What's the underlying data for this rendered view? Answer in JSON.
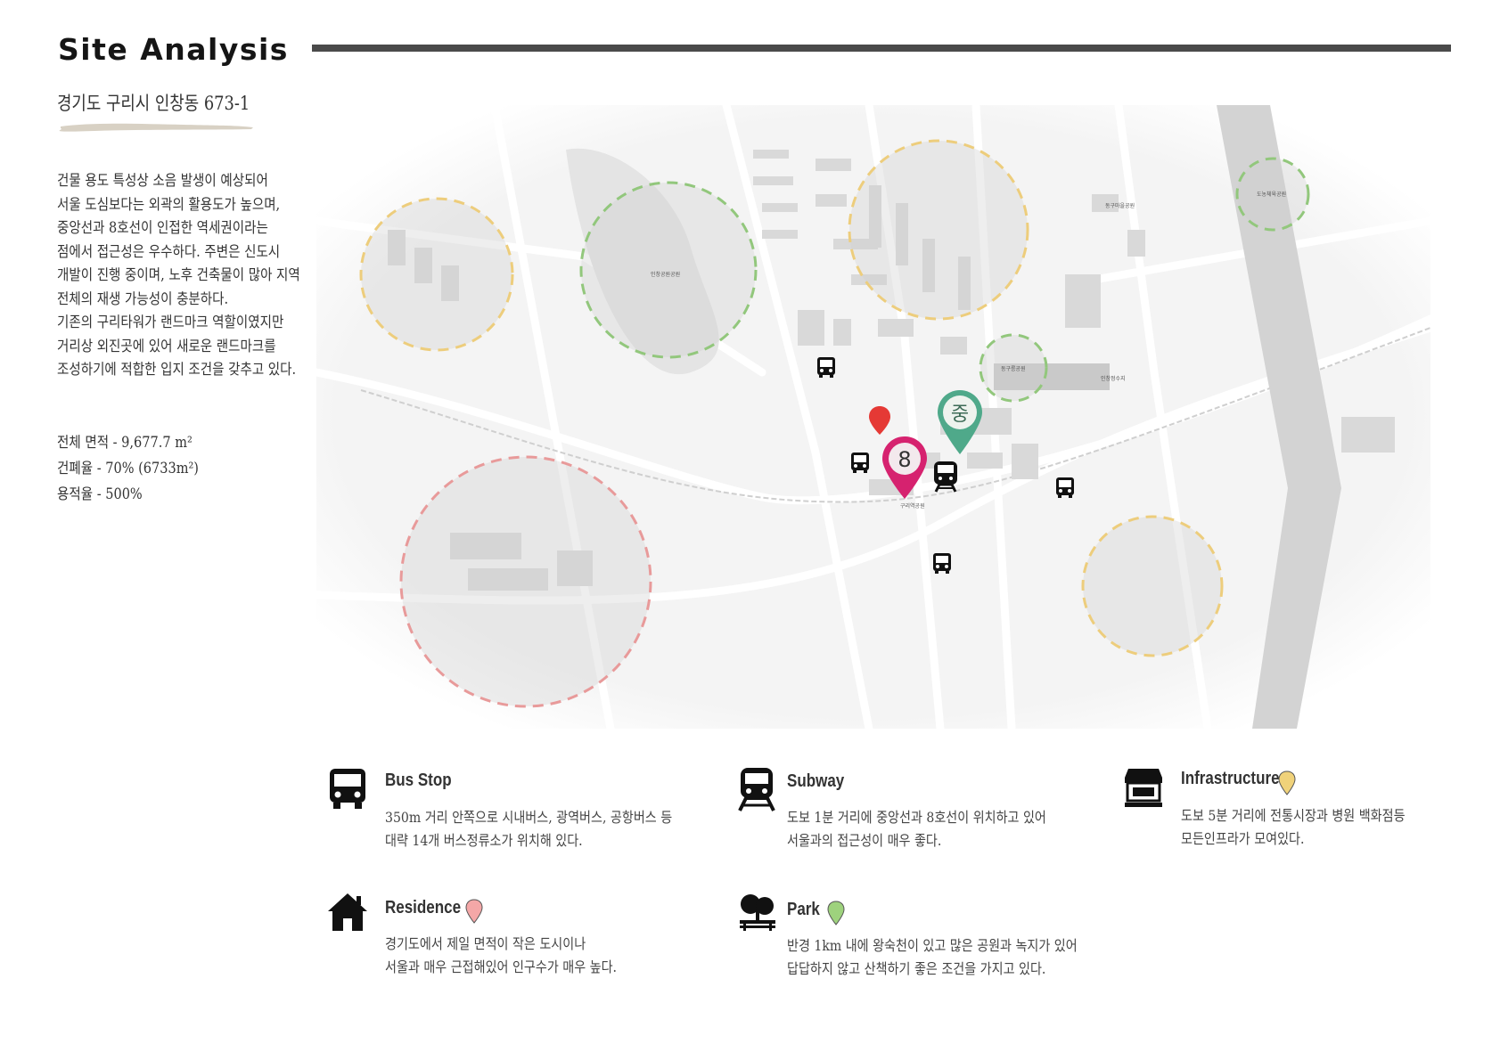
{
  "header": {
    "title": "Site Analysis",
    "address": "경기도 구리시 인창동 673-1"
  },
  "description": {
    "lines": [
      "건물 용도 특성상 소음 발생이 예상되어",
      "서울 도심보다는 외곽의 활용도가 높으며,",
      "중앙선과 8호선이 인접한 역세권이라는",
      "점에서 접근성은 우수하다. 주변은 신도시",
      "개발이 진행 중이며, 노후 건축물이 많아 지역",
      "전체의 재생 가능성이 충분하다.",
      "기존의 구리타워가 랜드마크 역할이였지만",
      "거리상 외진곳에 있어 새로운 랜드마크를",
      "조성하기에 적합한 입지 조건을 갖추고 있다."
    ]
  },
  "stats": {
    "area": "전체 면적 - 9,677.7 m²",
    "coverage": "건폐율 - 70%   (6733m²)",
    "floor_area_ratio": "용적율 - 500%"
  },
  "map": {
    "labels": {
      "park_center": "인창공원공원",
      "park_small": "동구릉공원",
      "park_top_right": "도농체육공원",
      "station": "구리역공원",
      "facility": "인창정수지",
      "school": "동구마을공원"
    },
    "pins": {
      "line8": "8",
      "jungang": "중"
    }
  },
  "legend": {
    "bus": {
      "icon": "bus-icon",
      "title": "Bus Stop",
      "lines": [
        "350m 거리 안쪽으로 시내버스, 광역버스, 공항버스 등",
        "대략 14개 버스정류소가 위치해 있다."
      ]
    },
    "subway": {
      "icon": "subway-icon",
      "title": "Subway",
      "lines": [
        "도보 1분 거리에 중앙선과 8호선이 위치하고 있어",
        "서울과의 접근성이 매우 좋다."
      ]
    },
    "infrastructure": {
      "icon": "store-icon",
      "title": "Infrastructure",
      "pin_color": "#f0d27a",
      "lines": [
        "도보 5분 거리에 전통시장과 병원 백화점등",
        "모든인프라가 모여있다."
      ]
    },
    "residence": {
      "icon": "house-icon",
      "title": "Residence",
      "pin_color": "#f4a7a7",
      "lines": [
        "경기도에서 제일 면적이 작은 도시이나",
        "서울과 매우 근접해있어 인구수가 매우 높다."
      ]
    },
    "park": {
      "icon": "park-icon",
      "title": "Park",
      "pin_color": "#9ed27d",
      "lines": [
        "반경 1km 내에 왕숙천이 있고 많은 공원과 녹지가 있어",
        "답답하지 않고 산책하기 좋은 조건을 가지고 있다."
      ]
    }
  },
  "colors": {
    "residence_circle": "#e89a9a",
    "infra_circle": "#edcd7c",
    "park_circle": "#92c77c",
    "pin_red": "#e53935",
    "pin_magenta": "#d6226f",
    "pin_teal": "#4fa98a"
  }
}
